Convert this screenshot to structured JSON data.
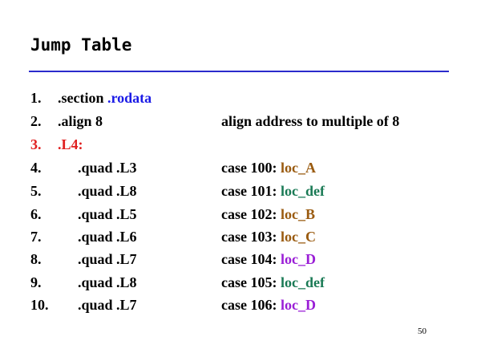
{
  "slide": {
    "title": "Jump Table",
    "page_number": "50",
    "colors": {
      "rule": "#2b2bcc",
      "red": "#e02020",
      "blue": "#1a1ae6",
      "brown": "#9a5b10",
      "teal": "#1a7a55",
      "purple": "#9a1ed6"
    },
    "lines": [
      {
        "num": "1.",
        "code": ".section ",
        "code_highlight": ".rodata",
        "comment_prefix": "",
        "comment_label": ""
      },
      {
        "num": "2.",
        "code": ".align 8",
        "code_highlight": "",
        "comment_prefix": "align address to multiple of 8",
        "comment_label": ""
      },
      {
        "num": "3.",
        "code": ".L4:",
        "code_highlight": "",
        "comment_prefix": "",
        "comment_label": ""
      },
      {
        "num": "4.",
        "code": ".quad .L3",
        "code_highlight": "",
        "comment_prefix": "case 100: ",
        "comment_label": "loc_A"
      },
      {
        "num": "5.",
        "code": ".quad .L8",
        "code_highlight": "",
        "comment_prefix": "case 101: ",
        "comment_label": "loc_def"
      },
      {
        "num": "6.",
        "code": ".quad .L5",
        "code_highlight": "",
        "comment_prefix": "case 102: ",
        "comment_label": "loc_B"
      },
      {
        "num": "7.",
        "code": ".quad .L6",
        "code_highlight": "",
        "comment_prefix": "case 103: ",
        "comment_label": "loc_C"
      },
      {
        "num": "8.",
        "code": ".quad .L7",
        "code_highlight": "",
        "comment_prefix": "case 104: ",
        "comment_label": "loc_D"
      },
      {
        "num": "9.",
        "code": ".quad .L8",
        "code_highlight": "",
        "comment_prefix": "case 105: ",
        "comment_label": "loc_def"
      },
      {
        "num": "10.",
        "code": ".quad .L7",
        "code_highlight": "",
        "comment_prefix": "case 106: ",
        "comment_label": "loc_D"
      }
    ]
  }
}
